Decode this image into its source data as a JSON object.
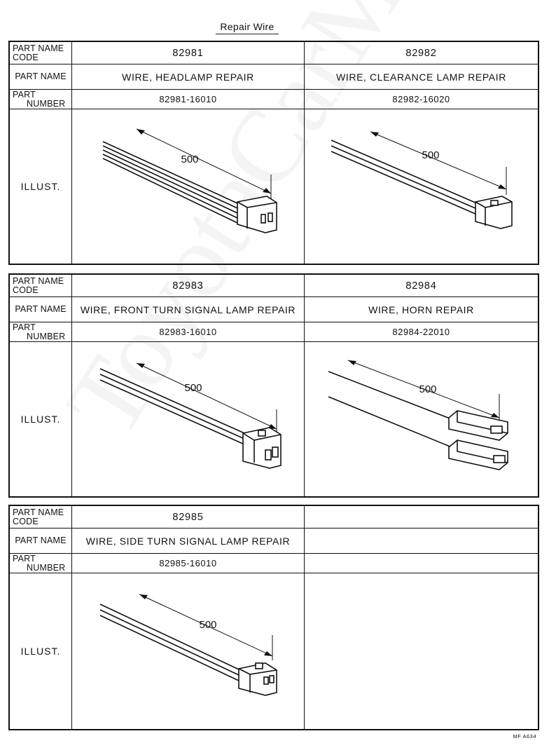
{
  "page": {
    "title": "Repair Wire",
    "footer_code": "MF A634",
    "watermark": "ToyotaCarMine.ru"
  },
  "labels": {
    "code_line1": "PART NAME",
    "code_line2": "CODE",
    "name": "PART NAME",
    "number_line1": "PART",
    "number_line2": "NUMBER",
    "illust": "ILLUST."
  },
  "dimension": "500",
  "blocks": [
    {
      "left": {
        "code": "82981",
        "name": "WIRE, HEADLAMP REPAIR",
        "number": "82981-16010"
      },
      "right": {
        "code": "82982",
        "name": "WIRE, CLEARANCE LAMP REPAIR",
        "number": "82982-16020"
      }
    },
    {
      "left": {
        "code": "82983",
        "name": "WIRE, FRONT TURN SIGNAL LAMP REPAIR",
        "number": "82983-16010"
      },
      "right": {
        "code": "82984",
        "name": "WIRE, HORN REPAIR",
        "number": "82984-22010"
      }
    },
    {
      "left": {
        "code": "82985",
        "name": "WIRE, SIDE TURN SIGNAL LAMP REPAIR",
        "number": "82985-16010"
      },
      "right": {
        "code": "",
        "name": "",
        "number": ""
      }
    }
  ]
}
